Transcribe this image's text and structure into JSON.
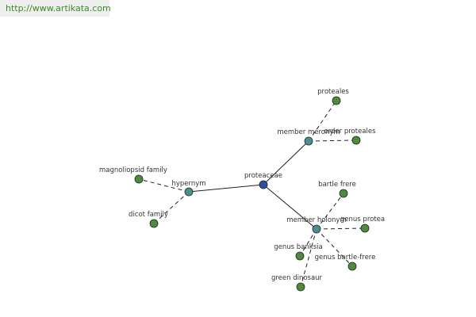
{
  "header": {
    "url": "http://www.artikata.com"
  },
  "graph": {
    "colors": {
      "center": "#2b4f9c",
      "relation": "#4a8f95",
      "leaf": "#4f8a3e",
      "edge": "#222222"
    },
    "nodes": [
      {
        "id": "proteaceae",
        "label": "proteaceae",
        "kind": "center"
      },
      {
        "id": "hypernym",
        "label": "hypernym",
        "kind": "relation"
      },
      {
        "id": "member-meronym",
        "label": "member meronym",
        "kind": "relation"
      },
      {
        "id": "member-holonym",
        "label": "member holonym",
        "kind": "relation"
      },
      {
        "id": "magnoliopsid-family",
        "label": "magnoliopsid family",
        "kind": "leaf"
      },
      {
        "id": "dicot-family",
        "label": "dicot family",
        "kind": "leaf"
      },
      {
        "id": "proteales",
        "label": "proteales",
        "kind": "leaf"
      },
      {
        "id": "order-proteales",
        "label": "order proteales",
        "kind": "leaf"
      },
      {
        "id": "bartle-frere",
        "label": "bartle frere",
        "kind": "leaf"
      },
      {
        "id": "genus-protea",
        "label": "genus protea",
        "kind": "leaf"
      },
      {
        "id": "genus-banksia",
        "label": "genus banksia",
        "kind": "leaf"
      },
      {
        "id": "genus-bartle-frere",
        "label": "genus bartle-frere",
        "kind": "leaf"
      },
      {
        "id": "green-dinosaur",
        "label": "green dinosaur",
        "kind": "leaf"
      }
    ],
    "edges": [
      {
        "from": "proteaceae",
        "to": "hypernym",
        "style": "solid"
      },
      {
        "from": "proteaceae",
        "to": "member-meronym",
        "style": "solid"
      },
      {
        "from": "proteaceae",
        "to": "member-holonym",
        "style": "solid"
      },
      {
        "from": "hypernym",
        "to": "magnoliopsid-family",
        "style": "dashed"
      },
      {
        "from": "hypernym",
        "to": "dicot-family",
        "style": "dashed"
      },
      {
        "from": "member-meronym",
        "to": "proteales",
        "style": "dashed"
      },
      {
        "from": "member-meronym",
        "to": "order-proteales",
        "style": "dashed"
      },
      {
        "from": "member-holonym",
        "to": "bartle-frere",
        "style": "dashed"
      },
      {
        "from": "member-holonym",
        "to": "genus-protea",
        "style": "dashed"
      },
      {
        "from": "member-holonym",
        "to": "genus-banksia",
        "style": "dashed"
      },
      {
        "from": "member-holonym",
        "to": "genus-bartle-frere",
        "style": "dashed"
      },
      {
        "from": "member-holonym",
        "to": "green-dinosaur",
        "style": "dashed"
      }
    ]
  }
}
